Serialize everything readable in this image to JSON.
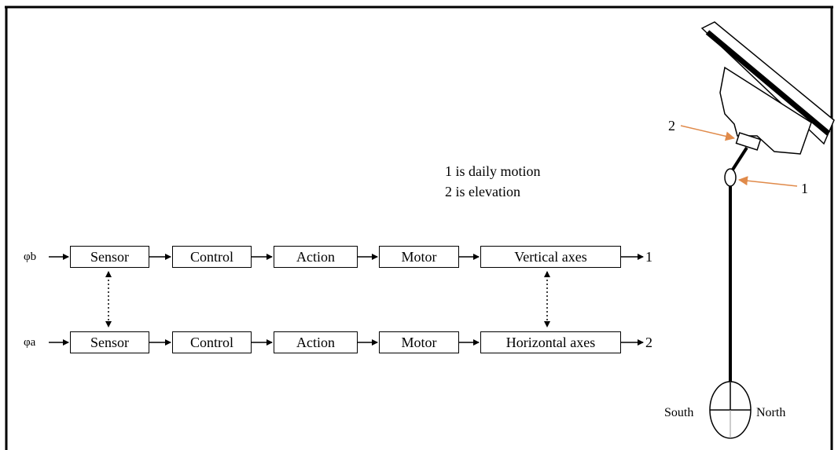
{
  "legend": {
    "line1": "1 is daily motion",
    "line2": "2 is elevation"
  },
  "row_b": {
    "input": "φb",
    "blocks": [
      "Sensor",
      "Control",
      "Action",
      "Motor",
      "Vertical axes"
    ],
    "output": "1"
  },
  "row_a": {
    "input": "φa",
    "blocks": [
      "Sensor",
      "Control",
      "Action",
      "Motor",
      "Horizontal axes"
    ],
    "output": "2"
  },
  "tracker": {
    "callout_2": "2",
    "callout_1": "1",
    "south": "South",
    "north": "North",
    "callout_color": "#e08a4a"
  }
}
